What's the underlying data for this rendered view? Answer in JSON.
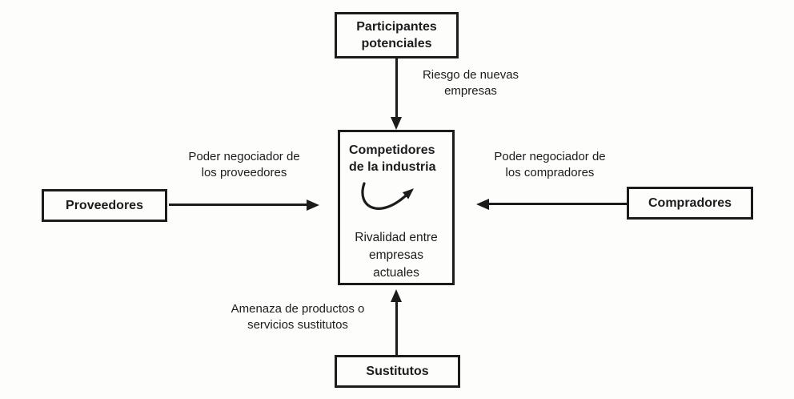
{
  "diagram": {
    "name": "fuerzas-competitivas",
    "colors": {
      "ink": "#1c1c1c",
      "paper": "#fdfdfc"
    },
    "boxes": {
      "top": {
        "line1": "Participantes",
        "line2": "potenciales"
      },
      "left": {
        "label": "Proveedores"
      },
      "right": {
        "label": "Compradores"
      },
      "bottom": {
        "label": "Sustitutos"
      },
      "center": {
        "title_line1": "Competidores",
        "title_line2": "de la industria",
        "body_line1": "Rivalidad entre",
        "body_line2": "empresas",
        "body_line3": "actuales",
        "icon": "rivalry-curved-arrow"
      }
    },
    "arrow_labels": {
      "top": {
        "line1": "Riesgo de nuevas",
        "line2": "empresas"
      },
      "left": {
        "line1": "Poder negociador de",
        "line2": "los proveedores"
      },
      "right": {
        "line1": "Poder negociador de",
        "line2": "los compradores"
      },
      "bottom": {
        "line1": "Amenaza de productos o",
        "line2": "servicios sustitutos"
      }
    }
  }
}
